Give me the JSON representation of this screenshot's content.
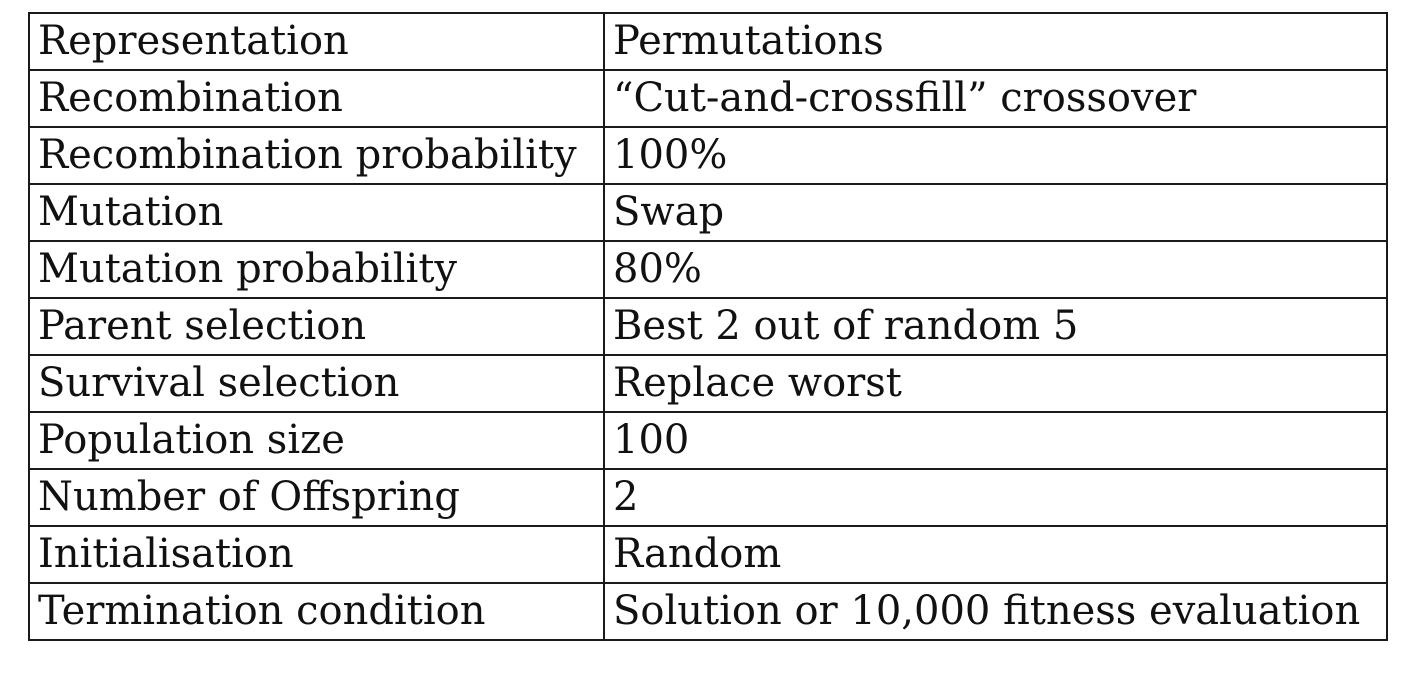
{
  "table": {
    "rows": [
      {
        "parameter": "Representation",
        "value": "Permutations"
      },
      {
        "parameter": "Recombination",
        "value": "“Cut-and-crossfill” crossover"
      },
      {
        "parameter": "Recombination probability",
        "value": "100%"
      },
      {
        "parameter": "Mutation",
        "value": "Swap"
      },
      {
        "parameter": "Mutation probability",
        "value": "80%"
      },
      {
        "parameter": "Parent selection",
        "value": "Best 2 out of random 5"
      },
      {
        "parameter": "Survival selection",
        "value": "Replace worst"
      },
      {
        "parameter": "Population size",
        "value": "100"
      },
      {
        "parameter": "Number of Offspring",
        "value": "2"
      },
      {
        "parameter": "Initialisation",
        "value": "Random"
      },
      {
        "parameter": "Termination condition",
        "value": "Solution or 10,000 fitness evaluation"
      }
    ]
  }
}
